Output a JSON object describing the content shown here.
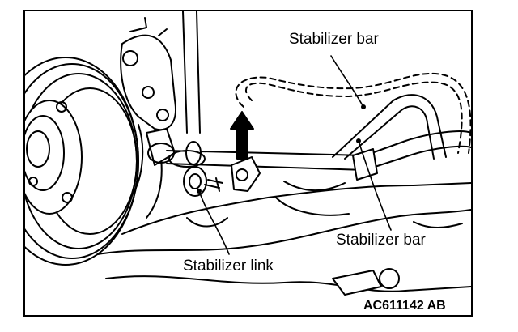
{
  "diagram": {
    "labels": {
      "stabilizer_bar_top": "Stabilizer bar",
      "stabilizer_bar_right": "Stabilizer bar",
      "stabilizer_link": "Stabilizer link"
    },
    "figure_code": "AC611142 AB"
  }
}
